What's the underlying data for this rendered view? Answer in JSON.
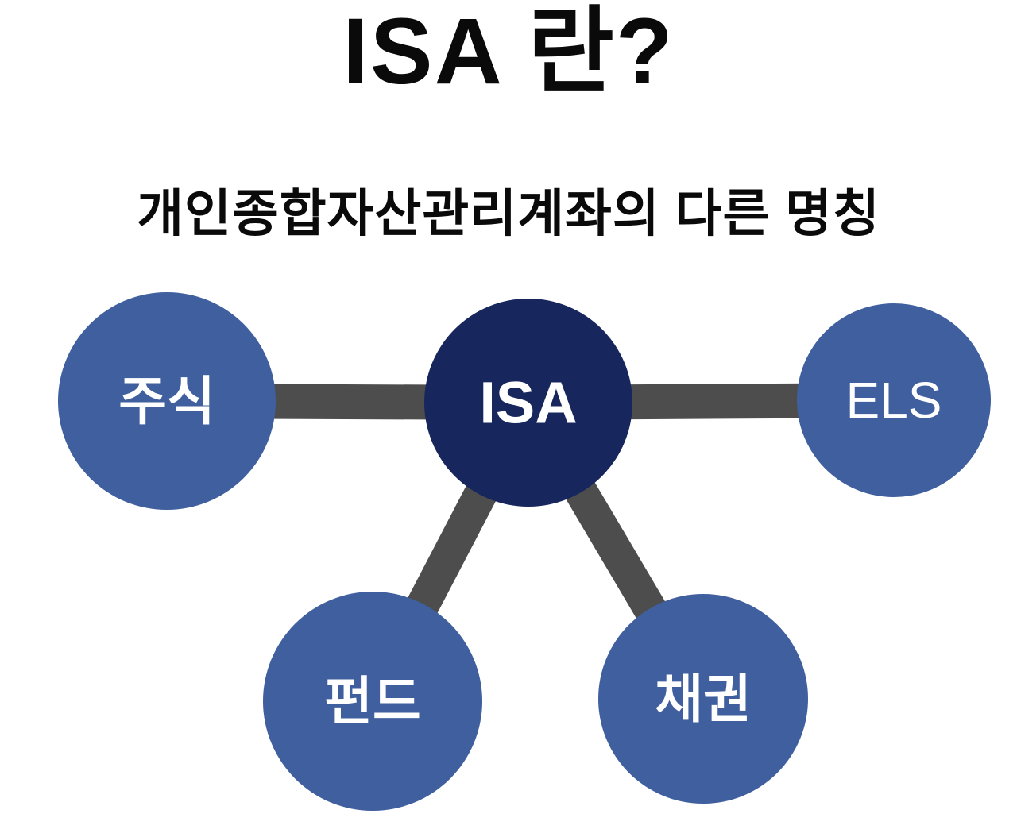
{
  "title": "ISA 란?",
  "subtitle": "개인종합자산관리계좌의 다른 명칭",
  "diagram": {
    "center": {
      "label": "ISA"
    },
    "nodes": [
      {
        "id": "stocks",
        "label": "주식"
      },
      {
        "id": "els",
        "label": "ELS"
      },
      {
        "id": "funds",
        "label": "펀드"
      },
      {
        "id": "bonds",
        "label": "채권"
      }
    ],
    "colors": {
      "center_circle": "#17265c",
      "node_circle": "#3f5f9e",
      "connector": "#4d4d4d",
      "label_text": "#ffffff"
    }
  }
}
